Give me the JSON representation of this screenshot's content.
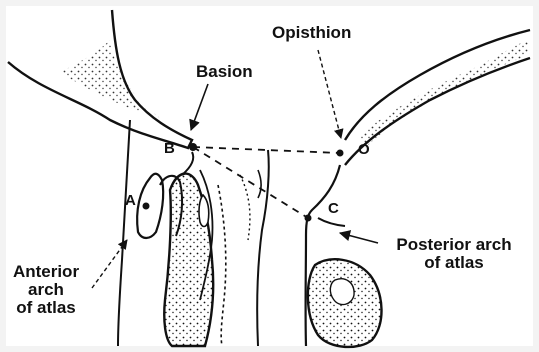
{
  "labels": {
    "opisthion": "Opisthion",
    "basion": "Basion",
    "point_b": "B",
    "point_o": "O",
    "point_a": "A",
    "point_c": "C",
    "posterior_arch_line1": "Posterior arch",
    "posterior_arch_line2": "of atlas",
    "anterior_arch_line1": "Anterior",
    "anterior_arch_line2": "arch",
    "anterior_arch_line3": "of atlas"
  },
  "colors": {
    "ink": "#111111",
    "background": "#ffffff",
    "border": "#f3f3f3"
  }
}
